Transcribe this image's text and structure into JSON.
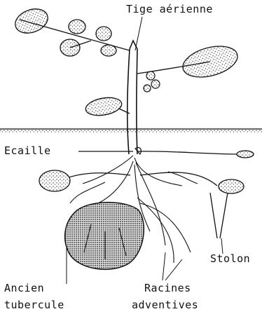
{
  "labels": {
    "tige": "Tige aérienne",
    "ecaille": "Ecaille",
    "stolon": "Stolon",
    "ancien_line1": "Ancien",
    "ancien_line2": "tubercule",
    "racines_line1": "Racines",
    "racines_line2": "adventives"
  },
  "colors": {
    "ink": "#111111",
    "background": "#ffffff"
  }
}
